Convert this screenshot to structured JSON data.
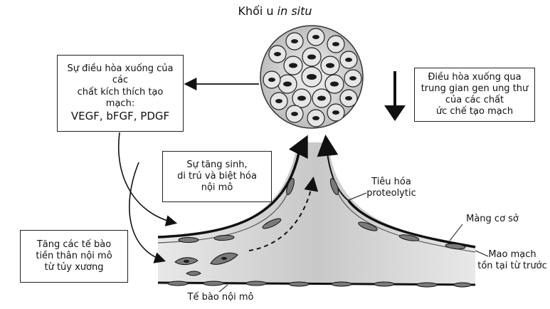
{
  "title": {
    "main": "Khối u",
    "italic": "in situ"
  },
  "boxes": {
    "downregulation_stimulators": {
      "line1": "Sự điều hòa xuống của các",
      "line2": "chất kích thích tạo mạch:",
      "line3": "VEGF, bFGF, PDGF"
    },
    "downregulation_oncogenes": {
      "line1": "Điều hòa xuống qua",
      "line2": "trung gian gen ung thư",
      "line3": "của các chất",
      "line4": "ức chế tạo mạch"
    },
    "proliferation": {
      "line1": "Sự tăng sinh,",
      "line2": "di trú và biệt hóa",
      "line3": "nội mô"
    },
    "progenitors": {
      "line1": "Tăng các tế bào",
      "line2": "tiền thân nội mô",
      "line3": "từ tủy xương"
    }
  },
  "labels": {
    "proteolytic_1": "Tiêu hóa",
    "proteolytic_2": "proteolytic",
    "basement_membrane": "Màng cơ sở",
    "preexisting_1": "Mao mạch",
    "preexisting_2": "tồn tại từ trước",
    "endothelial": "Tế bào nội mô"
  },
  "colors": {
    "ink": "#111111",
    "vessel_fill": "#d6d6d6",
    "cell_fill": "#7a7a7a",
    "nucleus": "#1a1a1a"
  }
}
